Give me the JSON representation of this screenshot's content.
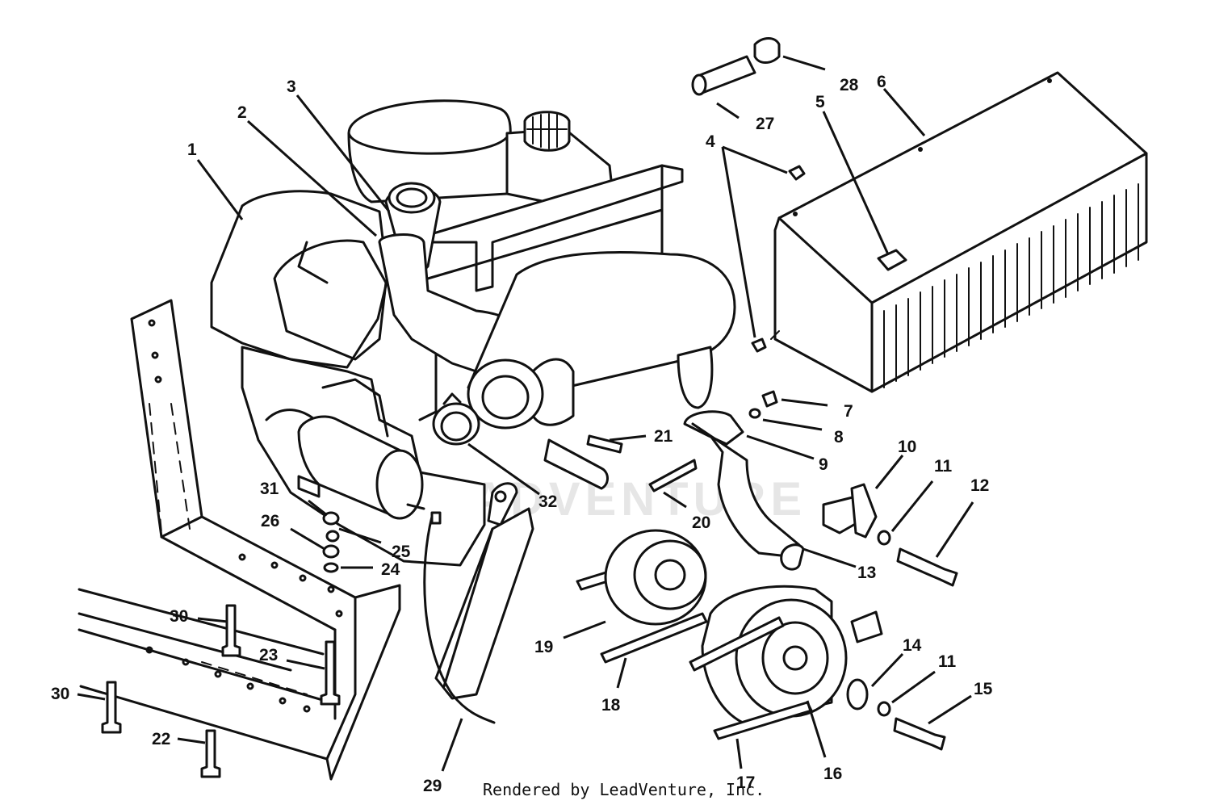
{
  "watermark": "LEADVENTURE",
  "footer": "Rendered by LeadVenture, Inc.",
  "callouts": [
    {
      "id": "1",
      "label": "1"
    },
    {
      "id": "2",
      "label": "2"
    },
    {
      "id": "3",
      "label": "3"
    },
    {
      "id": "4",
      "label": "4"
    },
    {
      "id": "5",
      "label": "5"
    },
    {
      "id": "6",
      "label": "6"
    },
    {
      "id": "7",
      "label": "7"
    },
    {
      "id": "8",
      "label": "8"
    },
    {
      "id": "9",
      "label": "9"
    },
    {
      "id": "10",
      "label": "10"
    },
    {
      "id": "11a",
      "label": "11"
    },
    {
      "id": "11b",
      "label": "11"
    },
    {
      "id": "12",
      "label": "12"
    },
    {
      "id": "13",
      "label": "13"
    },
    {
      "id": "14",
      "label": "14"
    },
    {
      "id": "15",
      "label": "15"
    },
    {
      "id": "16",
      "label": "16"
    },
    {
      "id": "17",
      "label": "17"
    },
    {
      "id": "18",
      "label": "18"
    },
    {
      "id": "19",
      "label": "19"
    },
    {
      "id": "20",
      "label": "20"
    },
    {
      "id": "21",
      "label": "21"
    },
    {
      "id": "22",
      "label": "22"
    },
    {
      "id": "23",
      "label": "23"
    },
    {
      "id": "24",
      "label": "24"
    },
    {
      "id": "25",
      "label": "25"
    },
    {
      "id": "26",
      "label": "26"
    },
    {
      "id": "27",
      "label": "27"
    },
    {
      "id": "28",
      "label": "28"
    },
    {
      "id": "29",
      "label": "29"
    },
    {
      "id": "30a",
      "label": "30"
    },
    {
      "id": "30b",
      "label": "30"
    },
    {
      "id": "31",
      "label": "31"
    },
    {
      "id": "32",
      "label": "32"
    }
  ]
}
